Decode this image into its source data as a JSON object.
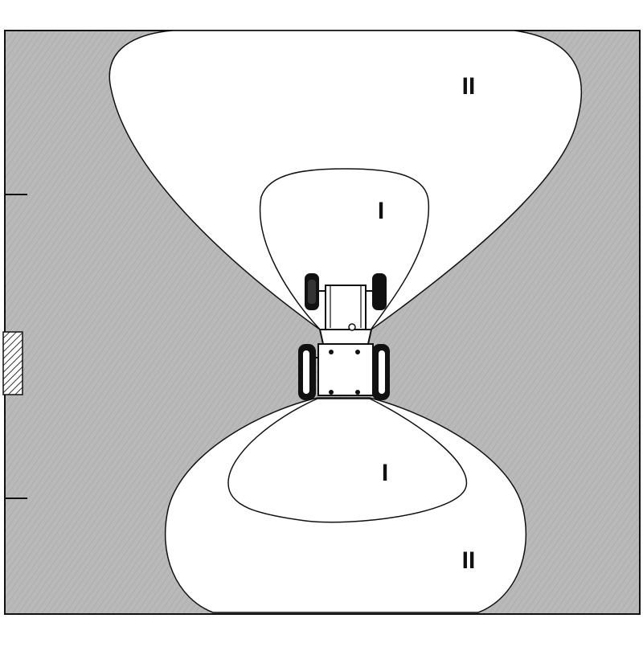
{
  "diagram": {
    "colors": {
      "field": "#b8b8b8",
      "zone": "#ffffff",
      "outline": "#111111",
      "hatch": "#333333"
    },
    "zones": {
      "front_outer": {
        "label": "II"
      },
      "front_inner": {
        "label": "I"
      },
      "rear_inner": {
        "label": "I"
      },
      "rear_outer": {
        "label": "II"
      }
    },
    "icons": {
      "vehicle": "articulated-loader-top-view-icon",
      "wall_marker": "hatched-wall-marker-icon"
    }
  }
}
